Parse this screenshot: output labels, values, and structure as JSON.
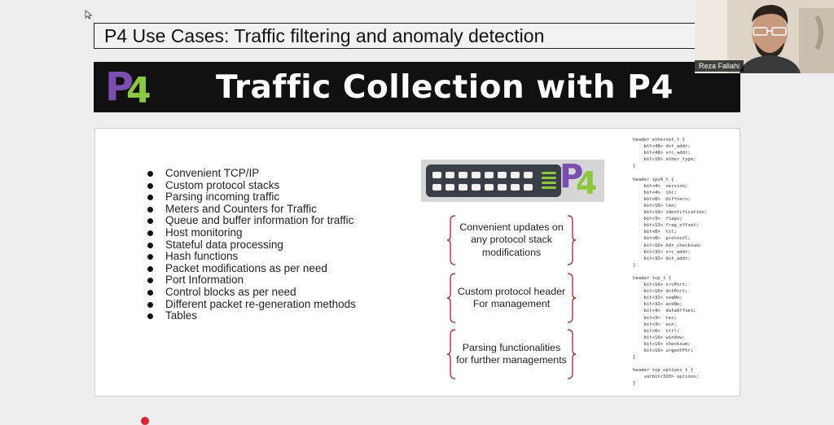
{
  "slide": {
    "title": "P4 Use Cases: Traffic filtering and anomaly detection",
    "banner_title": "Traffic Collection with P4",
    "logo": {
      "p": "P",
      "four": "4"
    },
    "bullets": [
      "Convenient TCP/IP",
      "Custom protocol stacks",
      "Parsing incoming traffic",
      "Meters and Counters for Traffic",
      "Queue and buffer information for traffic",
      "Host monitoring",
      "Stateful data processing",
      "Hash functions",
      "Packet modifications as per need",
      "Port Information",
      "Control blocks as per need",
      "Different packet re-generation methods",
      "Tables"
    ],
    "boxes": [
      {
        "lines": [
          "Convenient updates on",
          "any protocol stack",
          "modifications"
        ]
      },
      {
        "lines": [
          "Custom protocol header",
          "For management"
        ]
      },
      {
        "lines": [
          "Parsing functionalities",
          "for further managements"
        ]
      }
    ],
    "code": "header ethernet_t {\n    bit<48> dst_addr;\n    bit<48> src_addr;\n    bit<16> ether_type;\n}\n\nheader ipv4_t {\n    bit<4>  version;\n    bit<4>  ihl;\n    bit<8>  diffserv;\n    bit<16> len;\n    bit<16> identification;\n    bit<3>  flags;\n    bit<13> frag_offset;\n    bit<8>  ttl;\n    bit<8>  protocol;\n    bit<16> hdr_checksum;\n    bit<32> src_addr;\n    bit<32> dst_addr;\n}\n\nheader tcp_t {\n    bit<16> srcPort;\n    bit<16> dstPort;\n    bit<32> seqNo;\n    bit<32> ackNo;\n    bit<4>  dataOffset;\n    bit<3>  res;\n    bit<3>  ecn;\n    bit<6>  ctrl;\n    bit<16> window;\n    bit<16> checksum;\n    bit<16> urgentPtr;\n}\n\nheader tcp_options_t {\n    varbit<320> options;\n}"
  },
  "webcam": {
    "name": "Reza Fallahi"
  },
  "colors": {
    "p4_purple": "#7a4fb0",
    "p4_green": "#8dc63f",
    "bracket_red": "#a33a3a",
    "banner_bg": "#111111"
  }
}
